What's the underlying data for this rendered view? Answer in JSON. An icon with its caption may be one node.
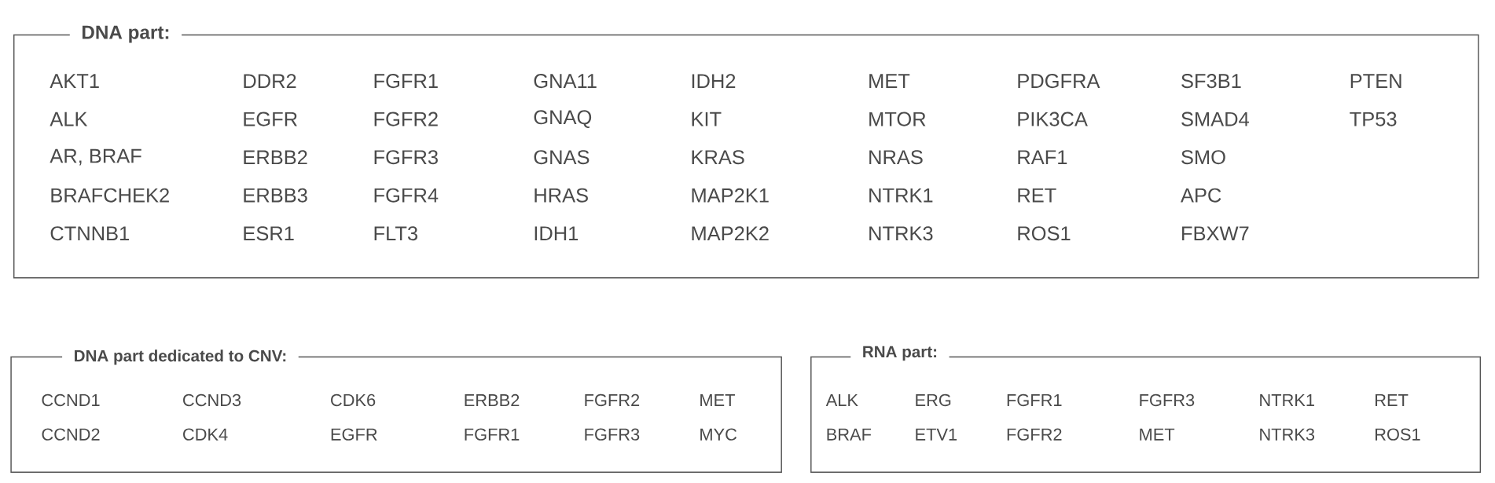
{
  "diagram": {
    "nodes": [
      {
        "text": [
          "DNA part:",
          "AKT1",
          "DDR2",
          "FGFR1",
          "GNA11",
          "IDH2",
          "MET",
          "PDGFRA",
          "SF3B1",
          "PTEN",
          "ALK",
          "EGFR",
          "FGFR2",
          "GNAQ",
          "KIT",
          "MTOR",
          "PIK3CA",
          "SMAD4",
          "TP53",
          "AR, BRAF",
          "ERBB2",
          "FGFR3",
          "GNAS",
          "KRAS",
          "NRAS",
          "RAF1",
          "SMO",
          "BRAFCHEK2",
          "ERBB3",
          "FGFR4",
          "HRAS",
          "MAP2K1",
          "NTRK1",
          "RET",
          "APC",
          "CTNNB1",
          "ESR1",
          "FLT3",
          "IDH1",
          "MAP2K2",
          "NTRK3",
          "ROS1",
          "FBXW7"
        ]
      },
      {
        "text": [
          "DNA part dedicated to CNV:",
          "CCND1",
          "CCND3",
          "CDK6",
          "ERBB2",
          "FGFR2",
          "MET",
          "CCND2",
          "CDK4",
          "EGFR",
          "FGFR1",
          "FGFR3",
          "MYC"
        ]
      },
      {
        "text": [
          "RNA part:",
          "ALK",
          "ERG",
          "FGFR1",
          "FGFR3",
          "NTRK1",
          "RET",
          "BRAF",
          "ETV1",
          "FGFR2",
          "MET",
          "NTRK3",
          "ROS1"
        ]
      }
    ]
  }
}
